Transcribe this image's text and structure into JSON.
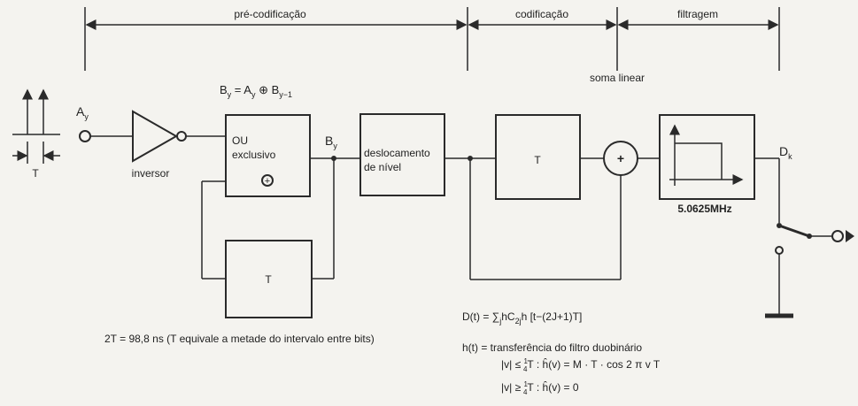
{
  "sections": {
    "precoding": "pré-codificação",
    "coding": "codificação",
    "filtering": "filtragem"
  },
  "labels": {
    "soma_linear": "soma linear",
    "input_A": "A",
    "input_A_sub": "y",
    "inverter": "inversor",
    "pulse_period": "T",
    "output_B": "B",
    "output_B_sub": "y",
    "output_D": "D",
    "output_D_sub": "k",
    "filter_freq": "5.0625MHz"
  },
  "boxes": {
    "xor_line1": "OU",
    "xor_line2": "exclusivo",
    "xor_symbol": "+",
    "shift_line1": "deslocamento",
    "shift_line2": "de nível",
    "delay_feedback": "T",
    "delay_coding": "T",
    "sum_symbol": "+"
  },
  "equations": {
    "by_lhs": "B",
    "by_lhs_sub": "y",
    "by_eq": " = A",
    "by_a_sub": "y",
    "by_op": " ⊕ B",
    "by_b_sub": "y−1",
    "dt_main": "D(t) = ∑",
    "dt_j": "j",
    "dt_mid": "hC",
    "dt_sub": "2j",
    "dt_end": "h [t−(2J+1)T]",
    "t_note": "2T = 98,8 ns (T equivale a metade do intervalo entre bits)",
    "ht_line": "h(t) = transferência do filtro duobinário",
    "cond1_a": "|v| ≤ ",
    "cond1_b": "T : ĥ(v) = M · T · cos 2 π v T",
    "cond2_a": "|v| ≥ ",
    "cond2_b": "T : ĥ(v) = 0",
    "frac_num": "1",
    "frac_den": "4"
  }
}
